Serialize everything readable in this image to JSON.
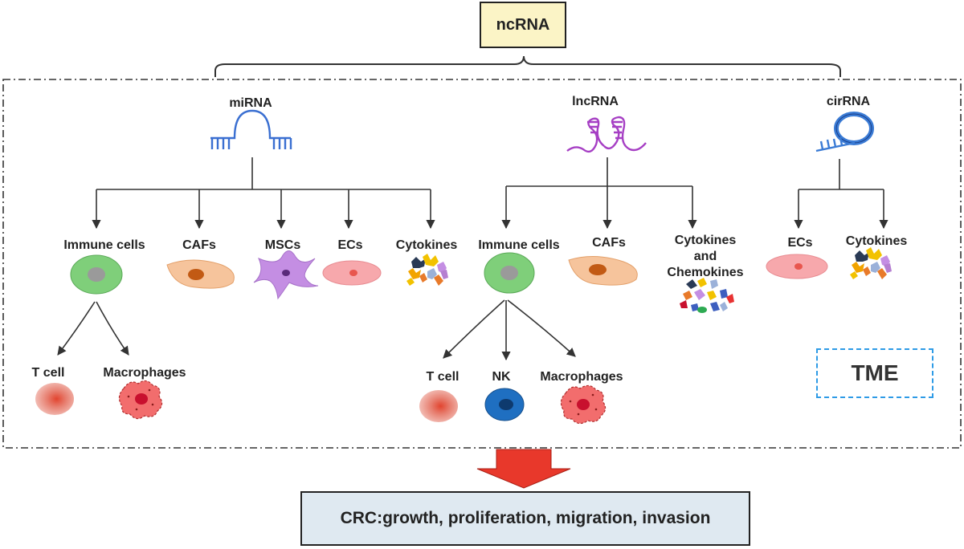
{
  "top_label": "ncRNA",
  "bottom_label": "CRC:growth, proliferation, migration, invasion",
  "tme_label": "TME",
  "groups": {
    "mirna": {
      "title": "miRNA",
      "targets": [
        "Immune cells",
        "CAFs",
        "MSCs",
        "ECs",
        "Cytokines"
      ],
      "immune_subtypes": [
        "T cell",
        "Macrophages"
      ]
    },
    "lncrna": {
      "title": "lncRNA",
      "targets": [
        "Immune cells",
        "CAFs",
        "Cytokines\nand\nChemokines"
      ],
      "immune_subtypes": [
        "T cell",
        "NK",
        "Macrophages"
      ]
    },
    "cirrna": {
      "title": "cirRNA",
      "targets": [
        "ECs",
        "Cytokines"
      ]
    }
  },
  "colors": {
    "top_box": "#fbf4c6",
    "bottom_box": "#dfe9f1",
    "down_arrow": "#e8382b",
    "tme_border": "#2e9be6",
    "immune_cell": "#7fcf7a",
    "caf": "#f6c49c",
    "msc": "#c48ee3",
    "ec": "#f7a8ac",
    "nk": "#1f6fc1",
    "mirna_icon": "#3a6fd1",
    "lncrna_icon": "#a63fc4",
    "cirrna_icon": "#3a7bd5"
  }
}
